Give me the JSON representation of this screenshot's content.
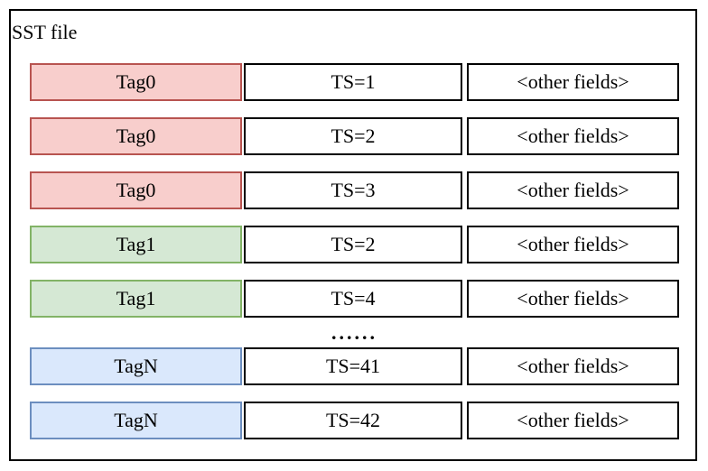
{
  "diagram": {
    "title": "SST file",
    "rows": [
      {
        "type": "record",
        "color": "red",
        "tag": "Tag0",
        "ts": "TS=1",
        "other": "<other fields>"
      },
      {
        "type": "record",
        "color": "red",
        "tag": "Tag0",
        "ts": "TS=2",
        "other": "<other fields>"
      },
      {
        "type": "record",
        "color": "red",
        "tag": "Tag0",
        "ts": "TS=3",
        "other": "<other fields>"
      },
      {
        "type": "record",
        "color": "green",
        "tag": "Tag1",
        "ts": "TS=2",
        "other": "<other fields>"
      },
      {
        "type": "record",
        "color": "green",
        "tag": "Tag1",
        "ts": "TS=4",
        "other": "<other fields>"
      },
      {
        "type": "ellipsis",
        "label": "......"
      },
      {
        "type": "record",
        "color": "blue",
        "tag": "TagN",
        "ts": "TS=41",
        "other": "<other fields>"
      },
      {
        "type": "record",
        "color": "blue",
        "tag": "TagN",
        "ts": "TS=42",
        "other": "<other fields>"
      }
    ],
    "colors": {
      "red": {
        "fill": "#f8cecc",
        "stroke": "#b85450"
      },
      "green": {
        "fill": "#d5e8d4",
        "stroke": "#82b366"
      },
      "blue": {
        "fill": "#dae8fc",
        "stroke": "#6c8ebf"
      },
      "plain": {
        "fill": "#ffffff",
        "stroke": "#000000"
      },
      "outline": "#000000",
      "background": "#ffffff"
    }
  }
}
